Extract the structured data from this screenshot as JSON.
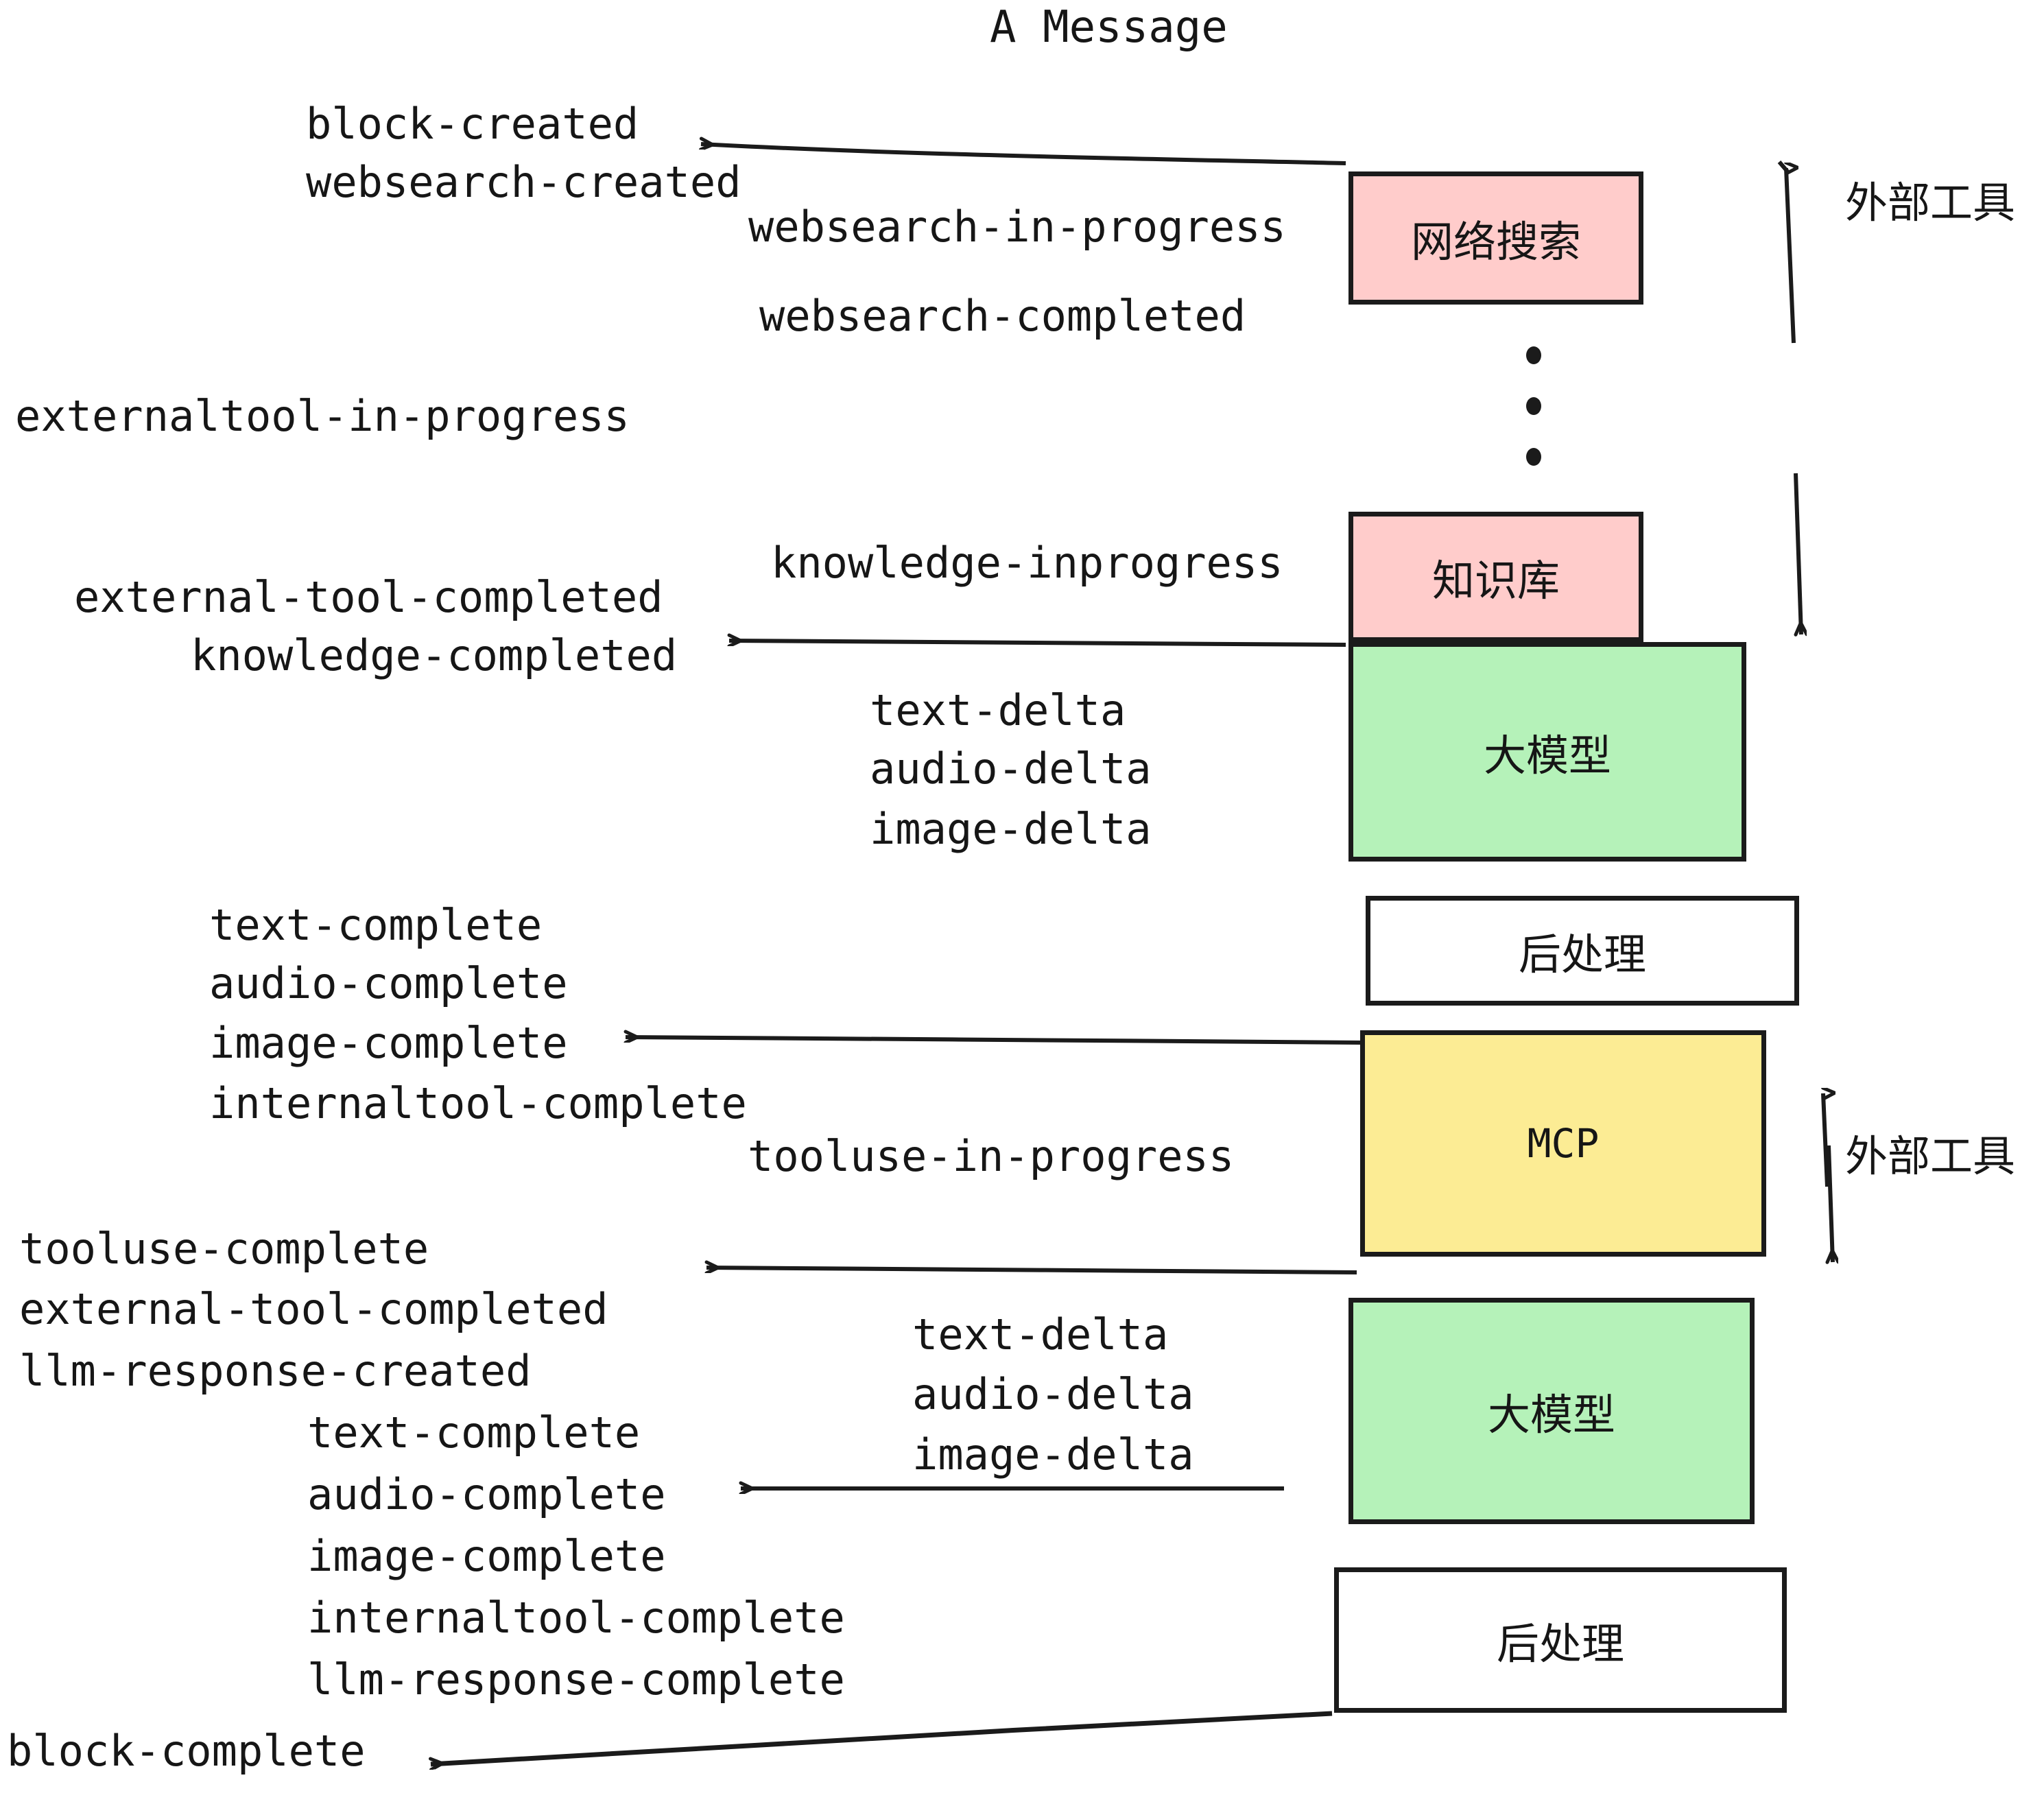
{
  "title": "A Message",
  "colors": {
    "pink": "#FFCCCB",
    "green": "#B5F2B9",
    "yellow": "#FCEC94",
    "white": "#FFFFFF",
    "stroke": "#1B1B1B",
    "text": "#161616",
    "background": "#FFFFFF"
  },
  "nodes": {
    "websearch": "网络搜索",
    "knowledge": "知识库",
    "llm_top": "大模型",
    "postprocess_top": "后处理",
    "mcp": "MCP",
    "llm_bottom": "大模型",
    "postprocess_bottom": "后处理"
  },
  "side_labels": {
    "external_tools_top": "外部工具",
    "external_tools_bottom": "外部工具"
  },
  "events": {
    "block_created": "block-created",
    "websearch_created": "websearch-created",
    "websearch_in_progress": "websearch-in-progress",
    "websearch_completed": "websearch-completed",
    "externaltool_in_progress": "externaltool-in-progress",
    "knowledge_inprogress": "knowledge-inprogress",
    "external_tool_completed_1": "external-tool-completed",
    "knowledge_completed": "knowledge-completed",
    "text_delta_1": "text-delta",
    "audio_delta_1": "audio-delta",
    "image_delta_1": "image-delta",
    "text_complete_1": "text-complete",
    "audio_complete_1": "audio-complete",
    "image_complete_1": "image-complete",
    "internaltool_complete_1": "internaltool-complete",
    "tooluse_in_progress": "tooluse-in-progress",
    "tooluse_complete": "tooluse-complete",
    "external_tool_completed_2": "external-tool-completed",
    "llm_response_created": "llm-response-created",
    "text_delta_2": "text-delta",
    "audio_delta_2": "audio-delta",
    "image_delta_2": "image-delta",
    "text_complete_2": "text-complete",
    "audio_complete_2": "audio-complete",
    "image_complete_2": "image-complete",
    "internaltool_complete_2": "internaltool-complete",
    "llm_response_complete": "llm-response-complete",
    "block_complete": "block-complete"
  }
}
